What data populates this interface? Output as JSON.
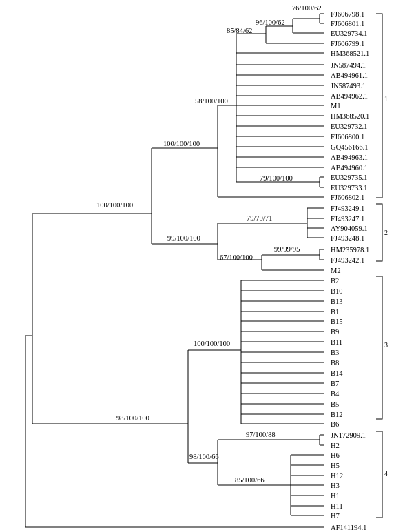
{
  "taxa": [
    "FJ606798.1",
    "FJ606801.1",
    "EU329734.1",
    "FJ606799.1",
    "HM368521.1",
    "JN587494.1",
    "AB494961.1",
    "JN587493.1",
    "AB494962.1",
    "M1",
    "HM368520.1",
    "EU329732.1",
    "FJ606800.1",
    "GQ456166.1",
    "AB494963.1",
    "AB494960.1",
    "EU329735.1",
    "EU329733.1",
    "FJ606802.1",
    "FJ493249.1",
    "FJ493247.1",
    "AY904059.1",
    "FJ493248.1",
    "HM235978.1",
    "FJ493242.1",
    "M2",
    "B2",
    "B10",
    "B13",
    "B1",
    "B15",
    "B9",
    "B11",
    "B3",
    "B8",
    "B14",
    "B7",
    "B4",
    "B5",
    "B12",
    "B6",
    "JN172909.1",
    "H2",
    "H6",
    "H5",
    "H12",
    "H3",
    "H1",
    "H11",
    "H7",
    "AF141194.1"
  ],
  "support": [
    "76/100/62",
    "96/100/62",
    "85/84/62",
    "58/100/100",
    "79/100/100",
    "100/100/100",
    "100/100/100",
    "79/79/71",
    "99/100/100",
    "99/99/95",
    "67/100/100",
    "100/100/100",
    "98/100/100",
    "97/100/88",
    "98/100/66",
    "85/100/66"
  ],
  "clades": [
    "1",
    "2",
    "3",
    "4"
  ]
}
